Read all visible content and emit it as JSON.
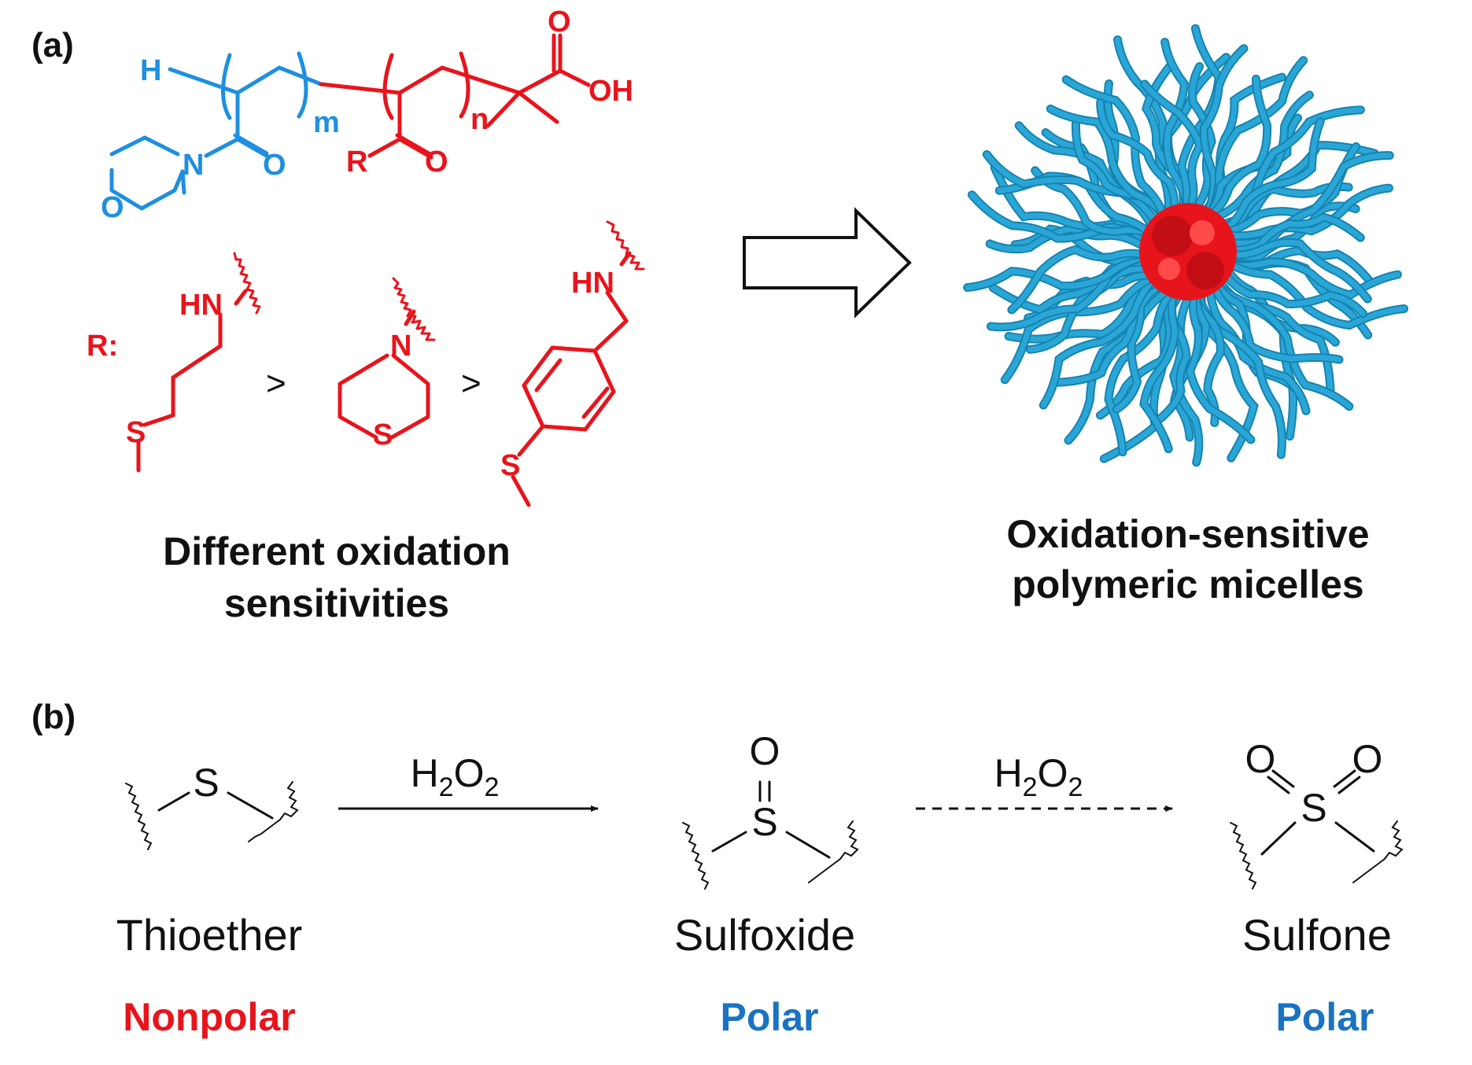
{
  "colors": {
    "shell": "#1f8fe0",
    "core": "#e8141c",
    "text": "#111111",
    "polar": "#1a73c0",
    "nonpolar": "#e8141c",
    "micelle_arm": "#2aa6d6"
  },
  "panel_a": {
    "label": "(a)",
    "polymer": {
      "h": "H",
      "m": "m",
      "n": "n",
      "o_amide_left": "O",
      "n_morph": "N",
      "o_morph": "O",
      "r": "R",
      "o_ester": "O",
      "o_acid": "O",
      "oh": "OH"
    },
    "r_label": "R:",
    "r_groups": {
      "hn_1": "HN",
      "s_1": "S",
      "n_2": "N",
      "s_2": "S",
      "hn_3": "HN",
      "s_3": "S",
      "gt": ">"
    },
    "caption_left": [
      "Different oxidation",
      "sensitivities"
    ],
    "caption_right": [
      "Oxidation-sensitive",
      "polymeric micelles"
    ]
  },
  "panel_b": {
    "label": "(b)",
    "reagent_1": {
      "main": "H",
      "sub1": "2",
      "mid": "O",
      "sub2": "2"
    },
    "reagent_2": {
      "main": "H",
      "sub1": "2",
      "mid": "O",
      "sub2": "2"
    },
    "species": [
      {
        "name": "Thioether",
        "polarity": "Nonpolar",
        "atoms": [
          "S"
        ]
      },
      {
        "name": "Sulfoxide",
        "polarity": "Polar",
        "atoms": [
          "O",
          "S"
        ]
      },
      {
        "name": "Sulfone",
        "polarity": "Polar",
        "atoms": [
          "O",
          "O",
          "S"
        ]
      }
    ]
  }
}
